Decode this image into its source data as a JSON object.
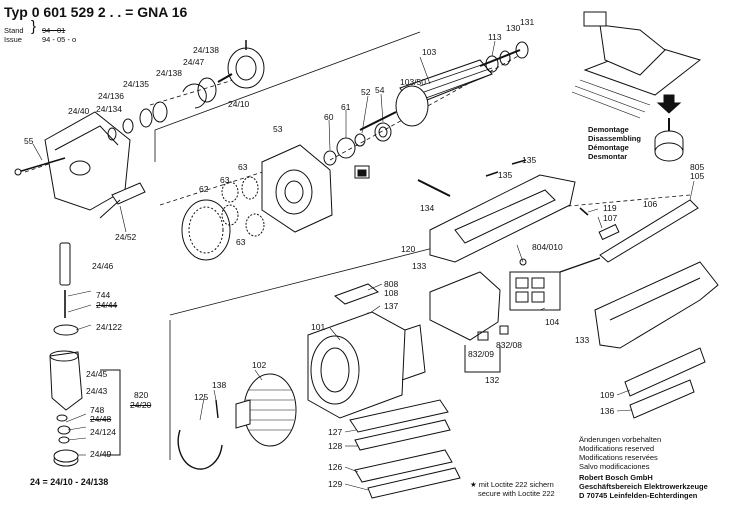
{
  "header": {
    "title": "Typ 0 601 529 2 . .  = GNA 16",
    "stand_label": "Stand",
    "issue_label": "Issue",
    "stand_value": "94 - 01",
    "issue_value": "94 - 05 - o"
  },
  "parts": {
    "p55": "55",
    "p24_40": "24/40",
    "p24_134": "24/134",
    "p24_136": "24/136",
    "p24_135": "24/135",
    "p24_138a": "24/138",
    "p24_47": "24/47",
    "p24_138b": "24/138",
    "p24_10": "24/10",
    "p24_52": "24/52",
    "p24_46": "24/46",
    "p744": "744",
    "p24_44": "24/44",
    "p24_122": "24/122",
    "p24_45": "24/45",
    "p24_43": "24/43",
    "p820": "820",
    "p24_20": "24/20",
    "p748": "748",
    "p24_48": "24/48",
    "p24_124": "24/124",
    "p24_49": "24/49",
    "p103": "103",
    "p113": "113",
    "p130": "130",
    "p131": "131",
    "p103_50": "103/50",
    "p54": "54",
    "p52": "52",
    "p61": "61",
    "p60": "60",
    "p53": "53",
    "p62": "62",
    "p63a": "63",
    "p63b": "63",
    "p63c": "63",
    "p135a": "135",
    "p135b": "135",
    "p134": "134",
    "p120": "120",
    "p133a": "133",
    "p119": "119",
    "p107": "107",
    "p106": "106",
    "p805": "805",
    "p105": "105",
    "p804": "804/010",
    "p808": "808",
    "p108": "108",
    "p137": "137",
    "p101": "101",
    "p104": "104",
    "p832_09": "832/09",
    "p832_08": "832/08",
    "p132": "132",
    "p133b": "133",
    "p102": "102",
    "p138": "138",
    "p125": "125",
    "p127": "127",
    "p128": "128",
    "p126": "126",
    "p129": "129",
    "p109": "109",
    "p136": "136"
  },
  "demontage": [
    "Demontage",
    "Disassembling",
    "Démontage",
    "Desmontar"
  ],
  "footer": {
    "formula": "24 = 24/10 - 24/138",
    "loctite_1": "★ mit Loctite 222 sichern",
    "loctite_2": "secure with Loctite 222",
    "changes": [
      "Änderungen vorbehalten",
      "Modifications reserved",
      "Modifications reservées",
      "Salvo modificaciones"
    ],
    "company": [
      "Robert Bosch GmbH",
      "Geschäftsbereich Elektrowerkzeuge",
      "D 70745 Leinfelden-Echterdingen"
    ]
  }
}
